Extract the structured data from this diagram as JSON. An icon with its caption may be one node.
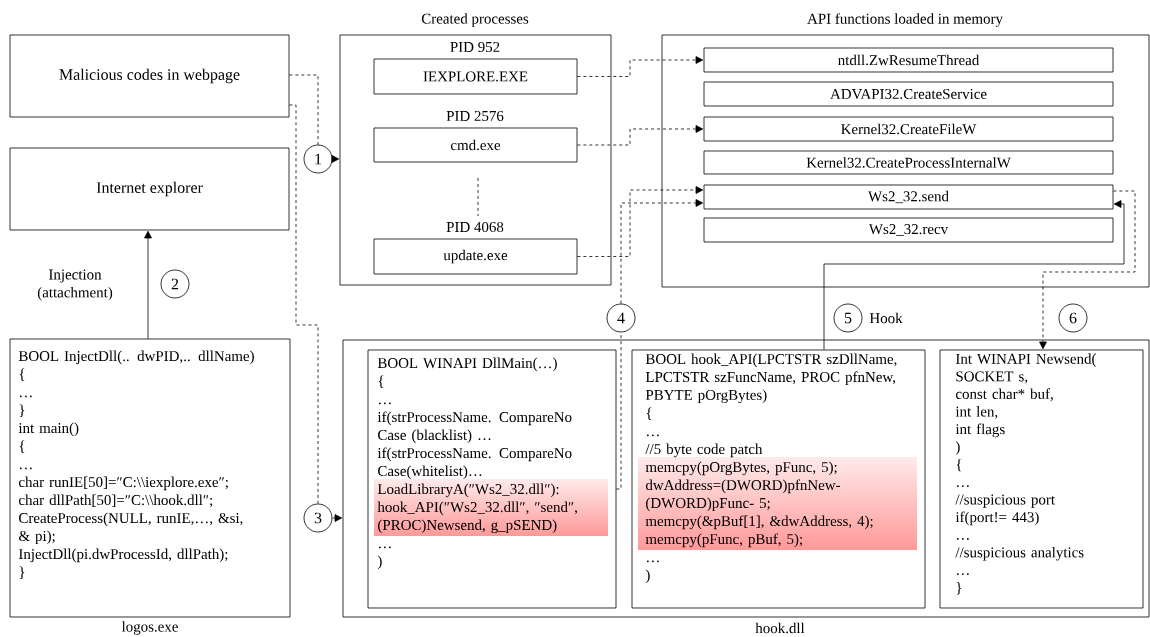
{
  "diagram": {
    "nodes": [
      {
        "text": [
          "Malicious codes in webpage"
        ]
      },
      {
        "text": [
          "Internet explorer"
        ]
      },
      {
        "text": [
          "Created processes"
        ]
      },
      {
        "text": [
          "IEXPLORE.EXE"
        ],
        "beside": [
          "PID 952"
        ],
        "in": 2
      },
      {
        "text": [
          "cmd.exe"
        ],
        "beside": [
          "PID 2576"
        ],
        "in": 2
      },
      {
        "text": [
          "update.exe"
        ],
        "beside": [
          "PID 4068"
        ],
        "in": 2
      },
      {
        "text": [
          "API functions loaded in memory"
        ]
      },
      {
        "text": [
          "ntdll.ZwResumeThread"
        ],
        "in": 6
      },
      {
        "text": [
          "ADVAPI32.CreateService"
        ],
        "in": 6
      },
      {
        "text": [
          "Kernel32.CreateFileW"
        ],
        "in": 6
      },
      {
        "text": [
          "Kernel32.CreateProcessInternalW"
        ],
        "in": 6
      },
      {
        "text": [
          "Ws2_32.send"
        ],
        "in": 6
      },
      {
        "text": [
          "Ws2_32.recv"
        ],
        "in": 6
      },
      {
        "text": [
          "BOOL InjectDll(.. dwPID,.. dllName)",
          "{",
          "…",
          "}",
          "int main()",
          "{",
          "…",
          "char runIE[50]=″C:\\\\iexplore.exe″;",
          "char dllPath[50]=″C:\\\\hook.dll″;",
          "CreateProcess(NULL, runIE,…, &si, & pi);",
          "InjectDll(pi.dwProcessId, dllPath);",
          "}"
        ],
        "beside": [
          "logos.exe"
        ]
      },
      {
        "text": [],
        "shape": "box",
        "beside": [
          "hook.dll"
        ]
      },
      {
        "text": [
          "BOOL WINAPI DllMain(…)",
          "{",
          "…",
          "if(strProcessName. CompareNo Case (blacklist) …",
          "if(strProcessName. CompareNo Case(whitelist)…",
          "LoadLibraryA(″Ws2_32.dll″):",
          "hook_API(″Ws2_32.dll″, ″send″, (PROC)Newsend, g_pSEND)",
          "…",
          ")"
        ],
        "in": 14
      },
      {
        "text": [
          "BOOL hook_API(LPCTSTR szDllName, LPCTSTR szFuncName, PROC pfnNew, PBYTE pOrgBytes)",
          "{",
          "…",
          "//5 byte code patch",
          "memcpy(pOrgBytes, pFunc, 5);",
          "dwAddress=(DWORD)pfnNew- (DWORD)pFunc- 5;",
          "memcpy(&pBuf[1], &dwAddress, 4);",
          "memcpy(pFunc, pBuf, 5);",
          "…",
          ")"
        ],
        "in": 14
      },
      {
        "text": [
          "Int WINAPI Newsend(",
          "SOCKET s,",
          "const char* buf,",
          "int len,",
          "int flags",
          ")",
          "{",
          "…",
          "//suspicious port",
          "if(port!= 443)",
          "…",
          "//suspicious analytics",
          "…",
          "}"
        ],
        "in": 14
      },
      {
        "text": [
          "1"
        ]
      },
      {
        "text": [
          "2"
        ]
      },
      {
        "text": [
          "3"
        ]
      },
      {
        "text": [
          "4"
        ]
      },
      {
        "text": [
          "5"
        ],
        "beside": [
          "Hook"
        ]
      },
      {
        "text": [
          "6"
        ]
      }
    ],
    "edges": [
      {
        "from": 0,
        "to": 18,
        "arrow": "none",
        "style": "dashed"
      },
      {
        "from": 18,
        "to": 2,
        "arrow": "to",
        "style": "dashed"
      },
      {
        "from": 3,
        "to": 7,
        "arrow": "to",
        "style": "dashed"
      },
      {
        "from": 4,
        "to": 9,
        "arrow": "to",
        "style": "dashed"
      },
      {
        "from": 5,
        "to": 11,
        "arrow": "to",
        "style": "dashed"
      },
      {
        "from": 15,
        "to": 21,
        "arrow": "none",
        "style": "dashed"
      },
      {
        "from": 21,
        "to": 11,
        "arrow": "to",
        "style": "dashed"
      },
      {
        "from": 13,
        "to": 1,
        "arrow": "to",
        "label": "Injection (attachment)"
      },
      {
        "from": 0,
        "to": 20,
        "arrow": "none",
        "style": "dashed"
      },
      {
        "from": 20,
        "to": 14,
        "arrow": "to",
        "style": "dashed"
      },
      {
        "from": 16,
        "to": 11,
        "arrow": "to"
      },
      {
        "from": 11,
        "to": 17,
        "arrow": "to",
        "style": "dashed"
      }
    ]
  }
}
